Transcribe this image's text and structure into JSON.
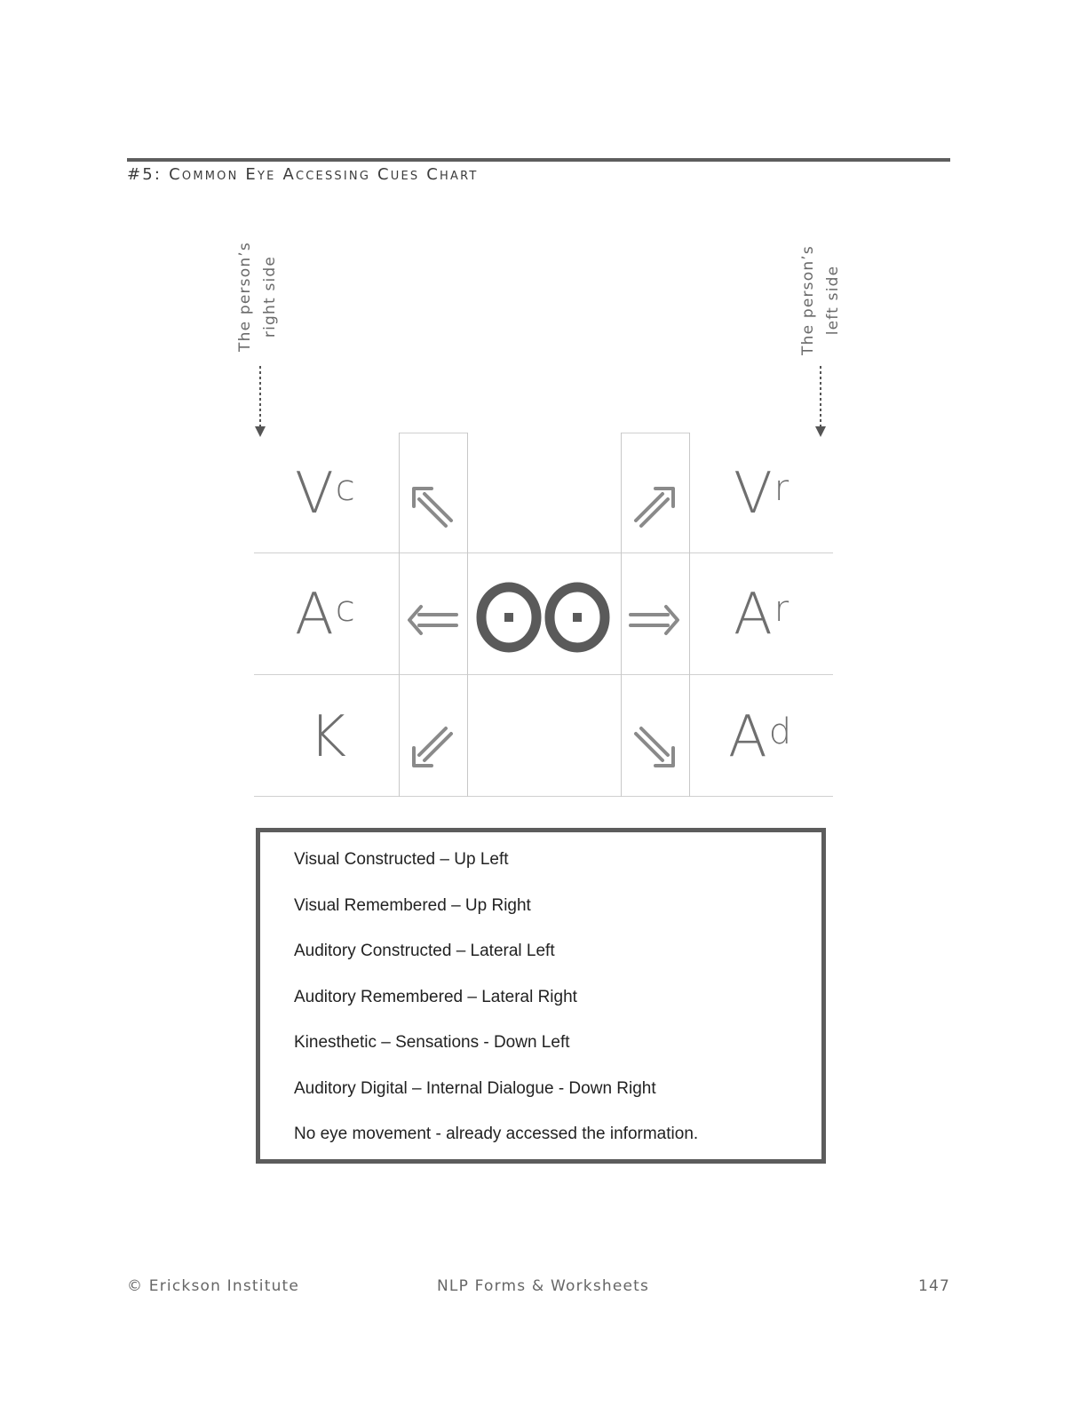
{
  "header": {
    "title": "#5: Common Eye Accessing Cues Chart"
  },
  "side_labels": {
    "right": [
      "The person’s",
      "right side"
    ],
    "left": [
      "The person’s",
      "left side"
    ]
  },
  "grid": {
    "cells": [
      {
        "id": "vc",
        "letter": "V",
        "sup": "c"
      },
      {
        "id": "vr",
        "letter": "V",
        "sup": "r"
      },
      {
        "id": "ac",
        "letter": "A",
        "sup": "c"
      },
      {
        "id": "ar",
        "letter": "A",
        "sup": "r"
      },
      {
        "id": "k",
        "letter": "K",
        "sup": ""
      },
      {
        "id": "ad",
        "letter": "A",
        "sup": "d"
      }
    ],
    "arrows": [
      "up-left-arrow-icon",
      "up-right-arrow-icon",
      "left-arrow-icon",
      "right-arrow-icon",
      "down-left-arrow-icon",
      "down-right-arrow-icon"
    ],
    "center_icon": "eyes-icon"
  },
  "legend": {
    "items": [
      "Visual Constructed – Up Left",
      "Visual Remembered – Up Right",
      "Auditory Constructed – Lateral Left",
      "Auditory Remembered – Lateral Right",
      "Kinesthetic – Sensations - Down Left",
      "Auditory Digital – Internal Dialogue - Down Right",
      "No eye movement - already accessed the information."
    ]
  },
  "footer": {
    "copyright": "© Erickson Institute",
    "book": "NLP Forms & Worksheets",
    "page": "147"
  },
  "colors": {
    "rule": "#5e5e5e",
    "arrow": "#8a8a8a",
    "eyes": "#5a5a5a",
    "grid_line": "#d0d0d0"
  }
}
